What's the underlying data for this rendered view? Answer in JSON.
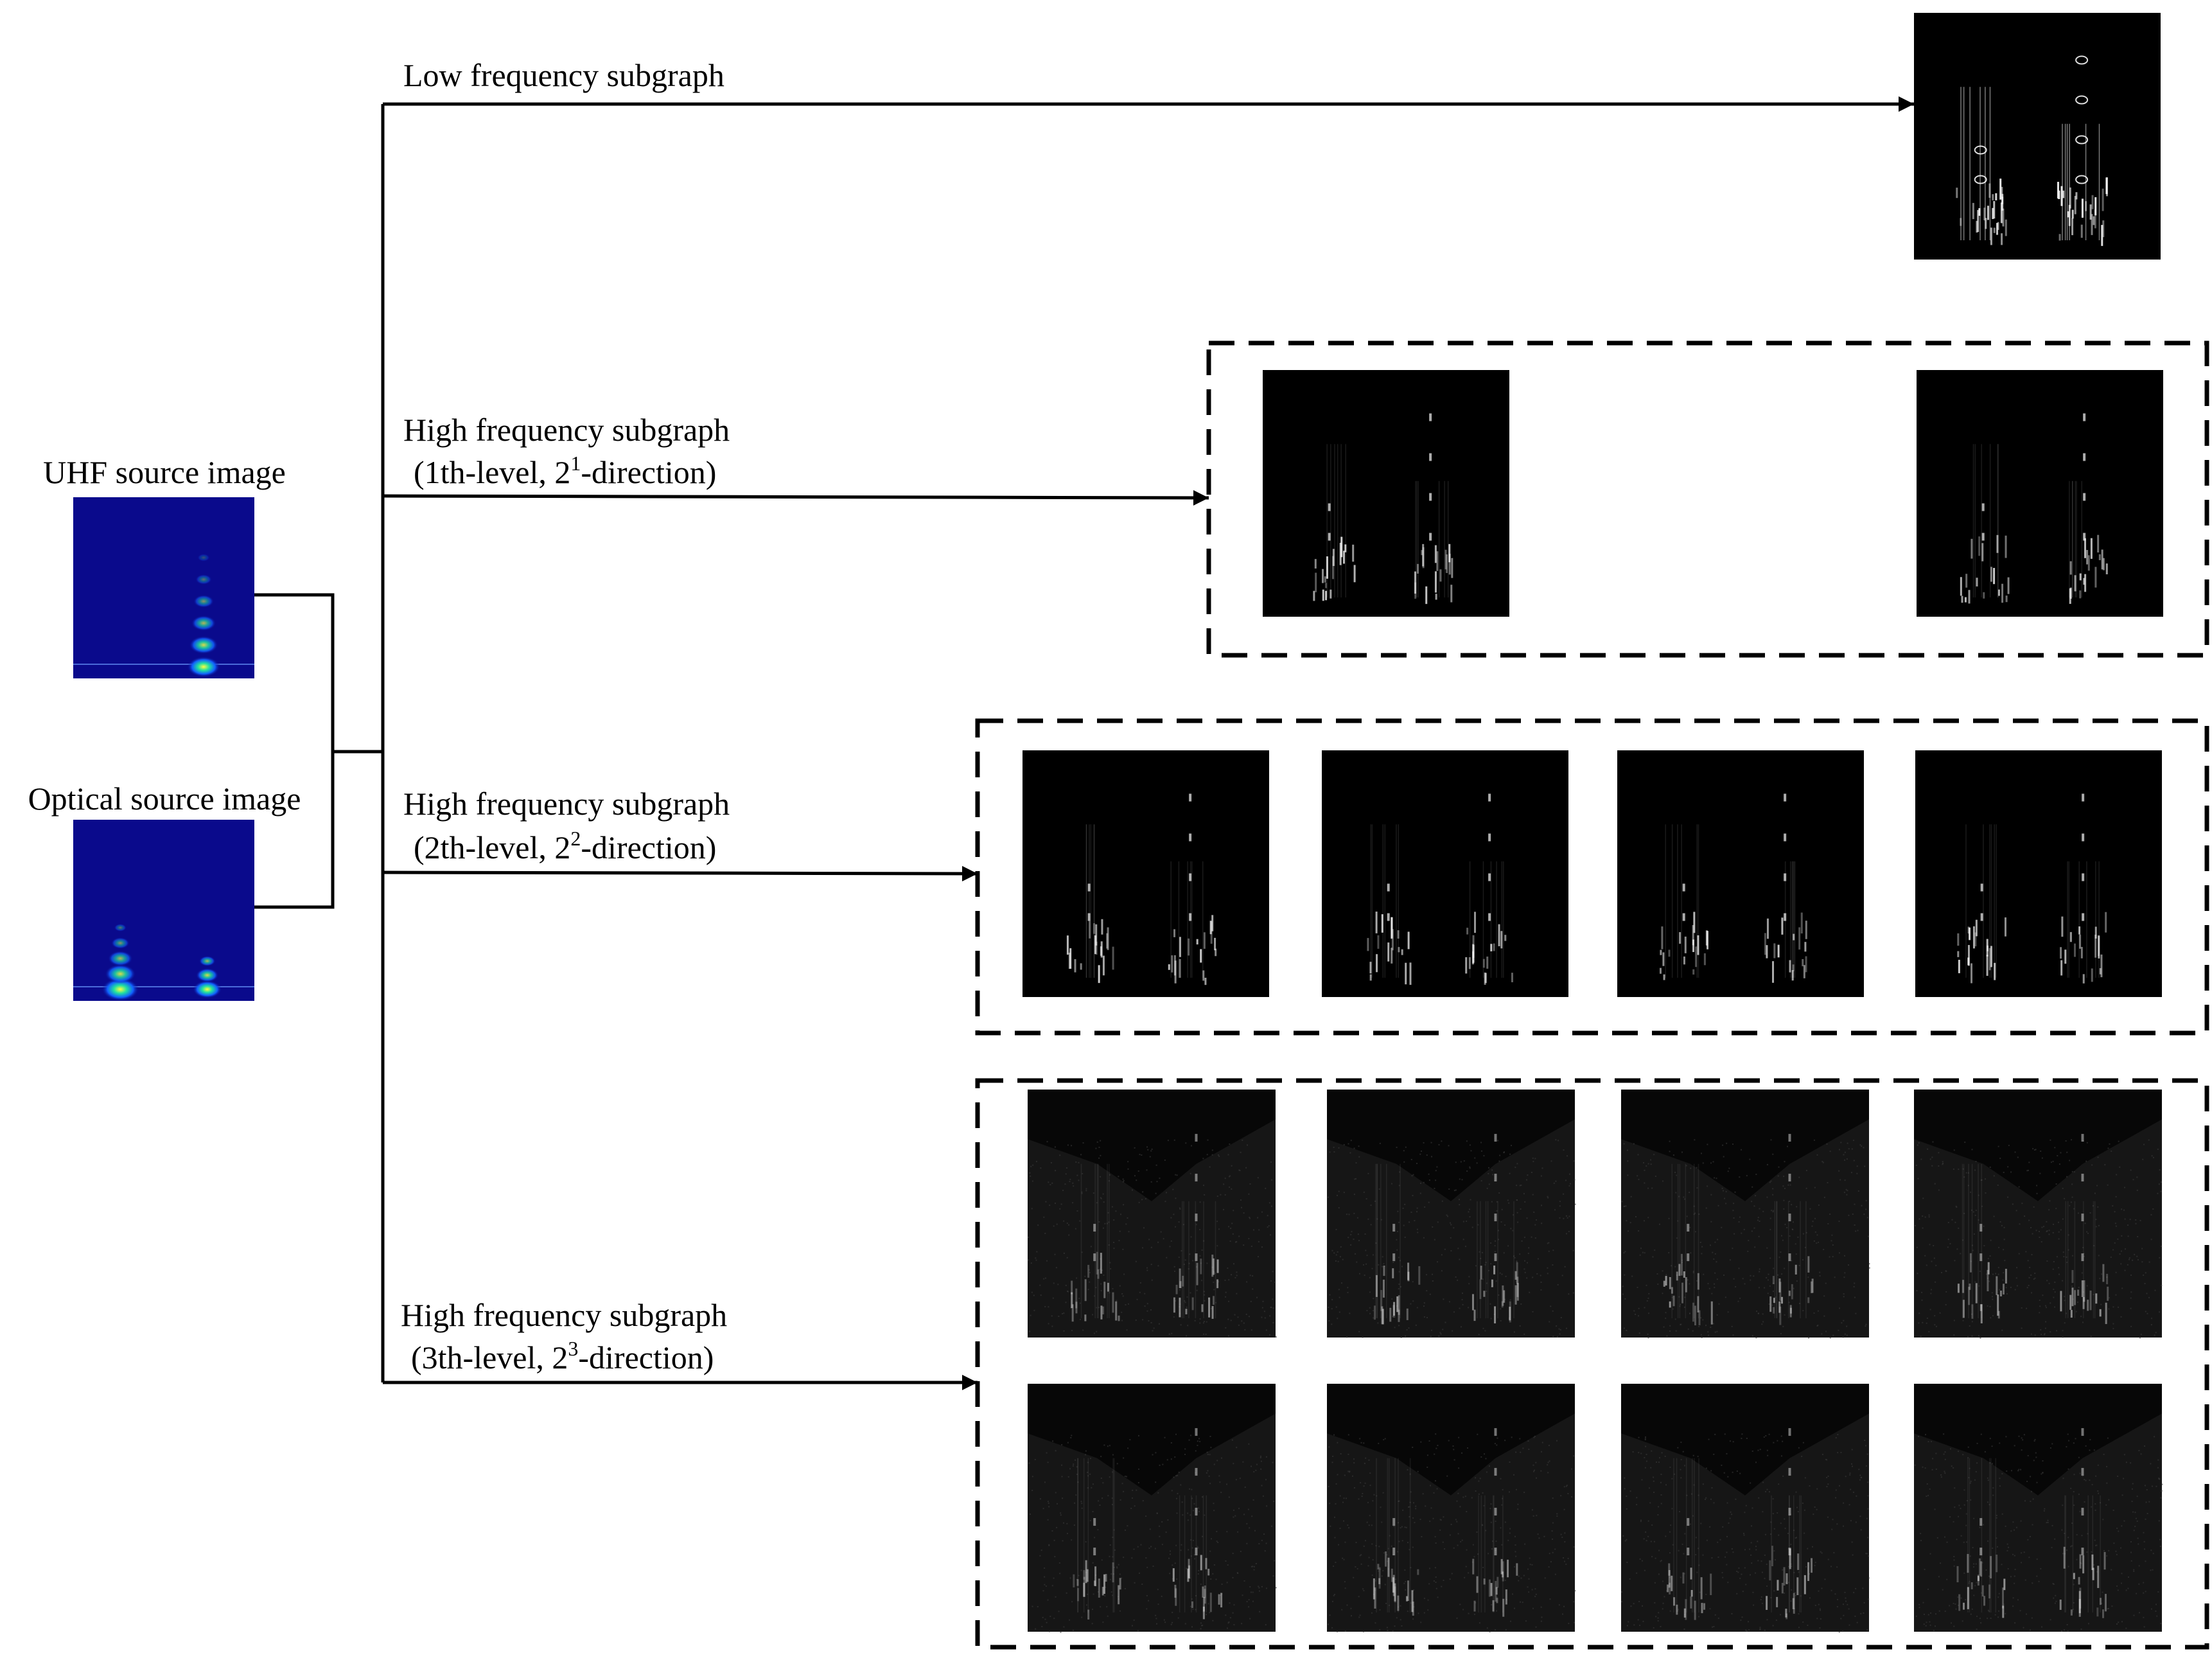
{
  "source_images": {
    "uhf": {
      "label": "UHF source image",
      "colormap": "jet",
      "background": "#0a0a8c"
    },
    "optical": {
      "label": "Optical source image",
      "colormap": "jet",
      "background": "#0a0a8c"
    }
  },
  "branches": [
    {
      "id": "low",
      "line1": "Low frequency subgraph",
      "line2": null
    },
    {
      "id": "l1",
      "line1": "High frequency subgraph",
      "line2": {
        "pre": "(1th-level, 2",
        "sup": "1",
        "post": "-direction)"
      }
    },
    {
      "id": "l2",
      "line1": "High frequency subgraph",
      "line2": {
        "pre": "(2th-level, 2",
        "sup": "2",
        "post": "-direction)"
      }
    },
    {
      "id": "l3",
      "line1": "High frequency subgraph",
      "line2": {
        "pre": "(3th-level, 2",
        "sup": "3",
        "post": "-direction)"
      }
    }
  ],
  "subgraph_groups": {
    "low": {
      "count": 1,
      "style": "bright-contour"
    },
    "l1": {
      "count": 2,
      "style": "sparse"
    },
    "l2": {
      "count": 4,
      "style": "sparse"
    },
    "l3": {
      "count": 8,
      "style": "noisy"
    }
  },
  "colors": {
    "line": "#000000",
    "tile_bg": "#000000",
    "noisy_bg": "#161616"
  }
}
